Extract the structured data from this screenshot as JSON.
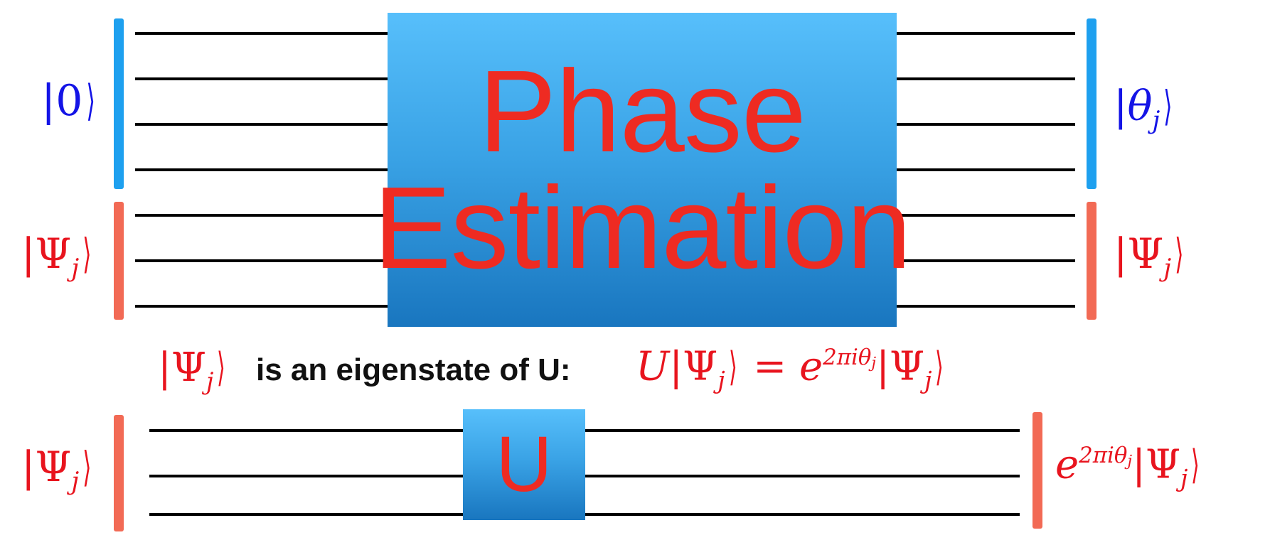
{
  "gates": {
    "phase_estimation": {
      "line1": "Phase",
      "line2": "Estimation"
    },
    "unitary": {
      "label": "U"
    }
  },
  "input_labels": {
    "ancilla_state": "0",
    "eigen_state_top": "Ψ",
    "eigen_state_top_sub": "j",
    "eigen_state_bottom": "Ψ",
    "eigen_state_bottom_sub": "j"
  },
  "output_labels": {
    "phase_state": "θ",
    "phase_state_sub": "j",
    "eigen_state_top": "Ψ",
    "eigen_state_top_sub": "j",
    "exp_base": "e",
    "exp_power": "2πiθ",
    "exp_power_sub": "j",
    "eigen_state_bottom": "Ψ",
    "eigen_state_bottom_sub": "j"
  },
  "eigen_statement": {
    "ket": "Ψ",
    "ket_sub": "j",
    "text": "is an eigenstate of U:",
    "op": "U",
    "equals": "=",
    "exp_base": "e",
    "exp_power": "2πiθ",
    "exp_power_sub": "j",
    "ket2": "Ψ",
    "ket2_sub": "j"
  },
  "colors": {
    "gate_top": "#57bffb",
    "gate_bottom": "#1976bf",
    "gate_text": "#ee2b22",
    "ancilla_bracket": "#1ea0ef",
    "eigen_bracket": "#f26a55",
    "wire": "#000000",
    "ket_blue": "#1414e6",
    "ket_red": "#e8141e"
  }
}
